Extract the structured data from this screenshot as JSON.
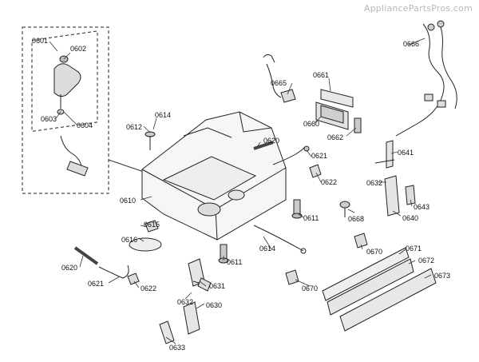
{
  "watermark": "AppliancePartsPros.com",
  "parts": {
    "p0601": "0601",
    "p0602": "0602",
    "p0603": "0603",
    "p0604": "0604",
    "p0610": "0610",
    "p0611a": "0611",
    "p0611b": "0611",
    "p0612": "0612",
    "p0614a": "0614",
    "p0614b": "0614",
    "p0615": "0615",
    "p0616": "0616",
    "p0620a": "0620",
    "p0620b": "0620",
    "p0621a": "0621",
    "p0621b": "0621",
    "p0622a": "0622",
    "p0622b": "0622",
    "p0630": "0630",
    "p0631": "0631",
    "p0632a": "0632",
    "p0632b": "0632",
    "p0633": "0633",
    "p0640": "0640",
    "p0641": "0641",
    "p0643": "0643",
    "p0660": "0660",
    "p0661": "0661",
    "p0662": "0662",
    "p0665": "0665",
    "p0666": "0666",
    "p0668": "0668",
    "p0670a": "0670",
    "p0670b": "0670",
    "p0671": "0671",
    "p0672": "0672",
    "p0673": "0673"
  }
}
